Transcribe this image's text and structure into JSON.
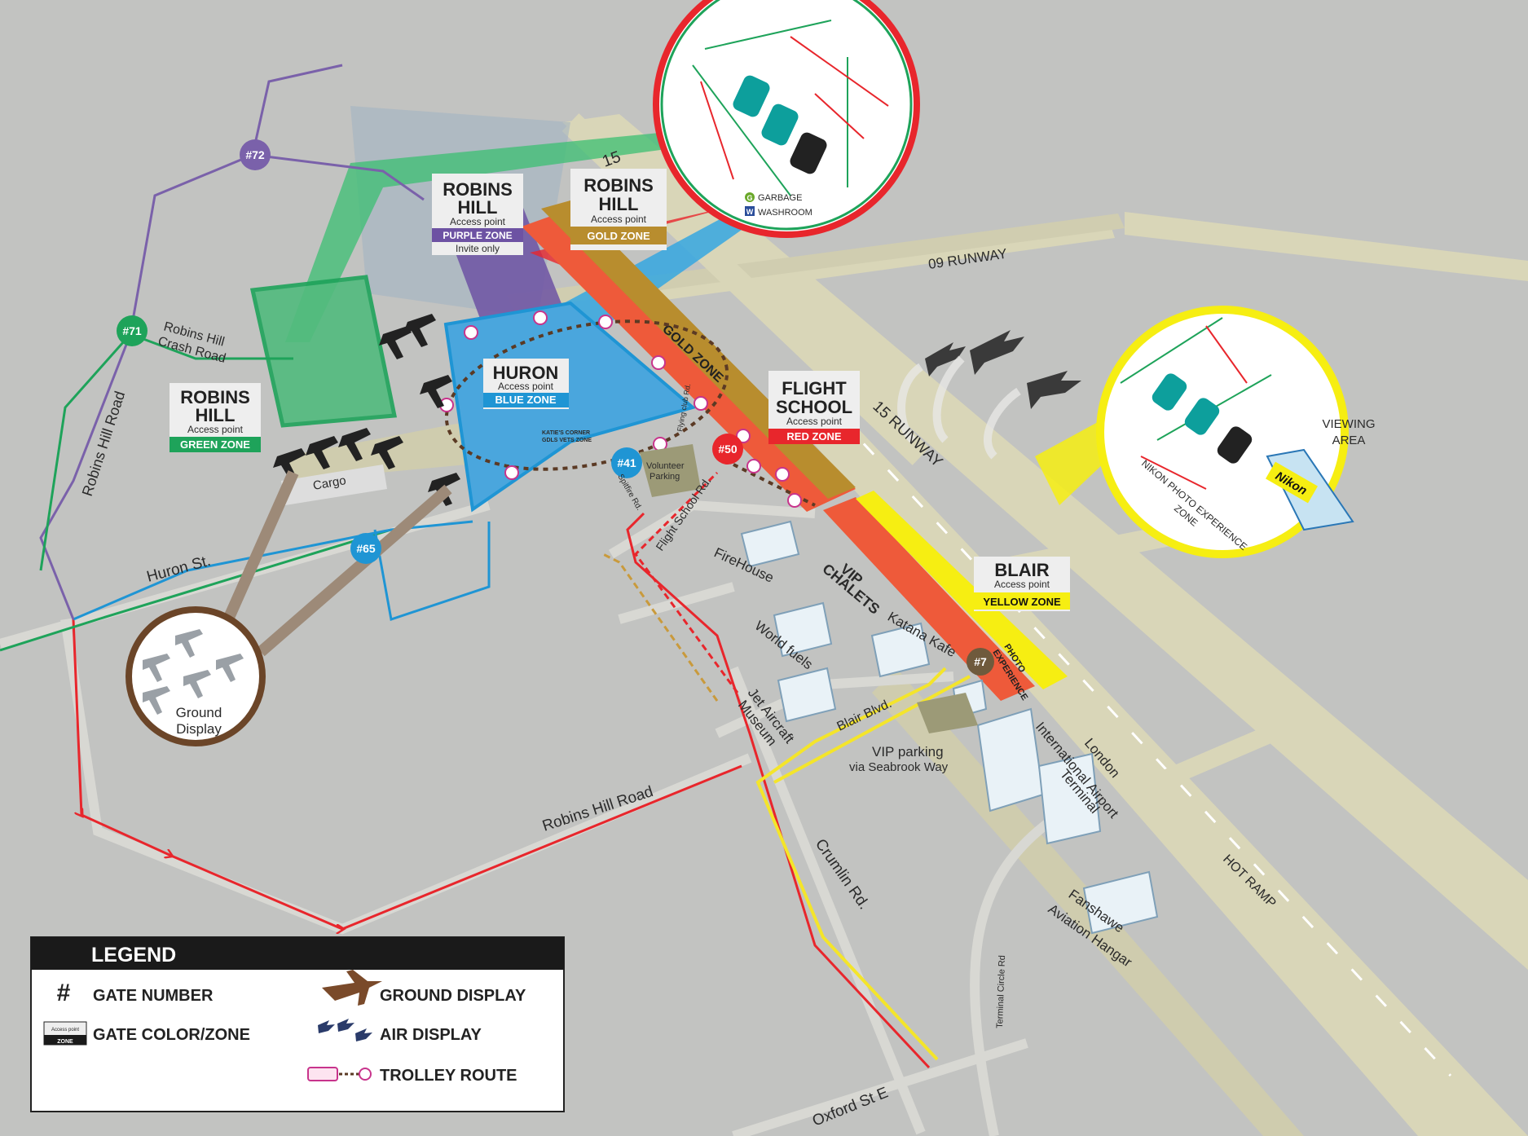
{
  "colors": {
    "ground": "#c2c3c1",
    "runway": "#d9d6b8",
    "red_route": "#e8262c",
    "yellow_route": "#f4e52a",
    "gold_route": "#c99a3c",
    "blue_route": "#1f95d4",
    "purple_route": "#7a61aa",
    "green_route": "#1ea35a",
    "red_zone": "#ee5a3a",
    "gold_zone": "#b88d2e",
    "yellow_zone": "#f6ee12",
    "blue_zone": "#4aa6dd",
    "green_zone": "#52bb7e",
    "purple_zone": "#6d52a3"
  },
  "zones": {
    "robins_purple": {
      "title_line1": "ROBINS",
      "title_line2": "HILL",
      "access": "Access point",
      "zone": "PURPLE ZONE",
      "note": "Invite only"
    },
    "robins_gold": {
      "title_line1": "ROBINS",
      "title_line2": "HILL",
      "access": "Access point",
      "zone": "GOLD ZONE"
    },
    "robins_green": {
      "title_line1": "ROBINS",
      "title_line2": "HILL",
      "access": "Access point",
      "zone": "GREEN ZONE"
    },
    "huron": {
      "title": "HURON",
      "access": "Access point",
      "zone": "BLUE ZONE"
    },
    "flight_school": {
      "title_line1": "FLIGHT",
      "title_line2": "SCHOOL",
      "access": "Access point",
      "zone": "RED ZONE"
    },
    "blair": {
      "title": "BLAIR",
      "access": "Access point",
      "zone": "YELLOW ZONE"
    }
  },
  "gates": {
    "g72": "#72",
    "g71": "#71",
    "g65": "#65",
    "g41": "#41",
    "g50": "#50",
    "g7": "#7"
  },
  "labels": {
    "runway_15_top": "15",
    "runway_09": "09 RUNWAY",
    "runway_15": "15 RUNWAY",
    "gold_zone_strip": "GOLD ZONE",
    "robins_crash_1": "Robins Hill",
    "robins_crash_2": "Crash Road",
    "robins_hill_road_left": "Robins Hill Road",
    "robins_hill_road_bottom": "Robins Hill Road",
    "huron_st": "Huron St.",
    "cargo": "Cargo",
    "ground_display_1": "Ground",
    "ground_display_2": "Display",
    "katies_1": "KATIE'S CORNER",
    "katies_2": "GDLS VETS ZONE",
    "volunteer_1": "Volunteer",
    "volunteer_2": "Parking",
    "spitfire_rd": "Spitfire Rd.",
    "flying_club_rd": "Flying club Rd.",
    "flight_school_rd": "Flight School Rd.",
    "firehouse": "FireHouse",
    "vip_1": "VIP",
    "vip_2": "CHALETS",
    "katana_kafe": "Katana Kafe",
    "world_fuels": "World fuels",
    "jet_museum_1": "Jet Aircraft",
    "jet_museum_2": "Museum",
    "blair_blvd": "Blair Blvd.",
    "vip_parking_1": "VIP parking",
    "vip_parking_2": "via Seabrook Way",
    "airport_1": "London",
    "airport_2": "International Airport",
    "airport_3": "Terminal",
    "photo_exp_1": "PHOTO",
    "photo_exp_2": "EXPERIENCE",
    "crumlin_rd": "Crumlin Rd.",
    "hot_ramp": "HOT RAMP",
    "fanshawe_1": "Fanshawe",
    "fanshawe_2": "Aviation Hangar",
    "terminal_circle_rd": "Terminal Circle Rd",
    "oxford_st": "Oxford St E"
  },
  "inset_top": {
    "garbage_icon": "G",
    "garbage": "GARBAGE",
    "washroom_icon": "W",
    "washroom": "WASHROOM"
  },
  "inset_right": {
    "viewing_1": "VIEWING",
    "viewing_2": "AREA",
    "nikon_1": "NIKON PHOTO EXPERIENCE",
    "nikon_2": "ZONE",
    "nikon_logo": "Nikon"
  },
  "legend": {
    "title": "LEGEND",
    "hash": "#",
    "gate_number": "GATE NUMBER",
    "chip_access": "Access point",
    "chip_zone": "ZONE",
    "gate_color_zone": "GATE COLOR/ZONE",
    "ground_display": "GROUND DISPLAY",
    "air_display": "AIR DISPLAY",
    "trolley_route": "TROLLEY ROUTE"
  }
}
